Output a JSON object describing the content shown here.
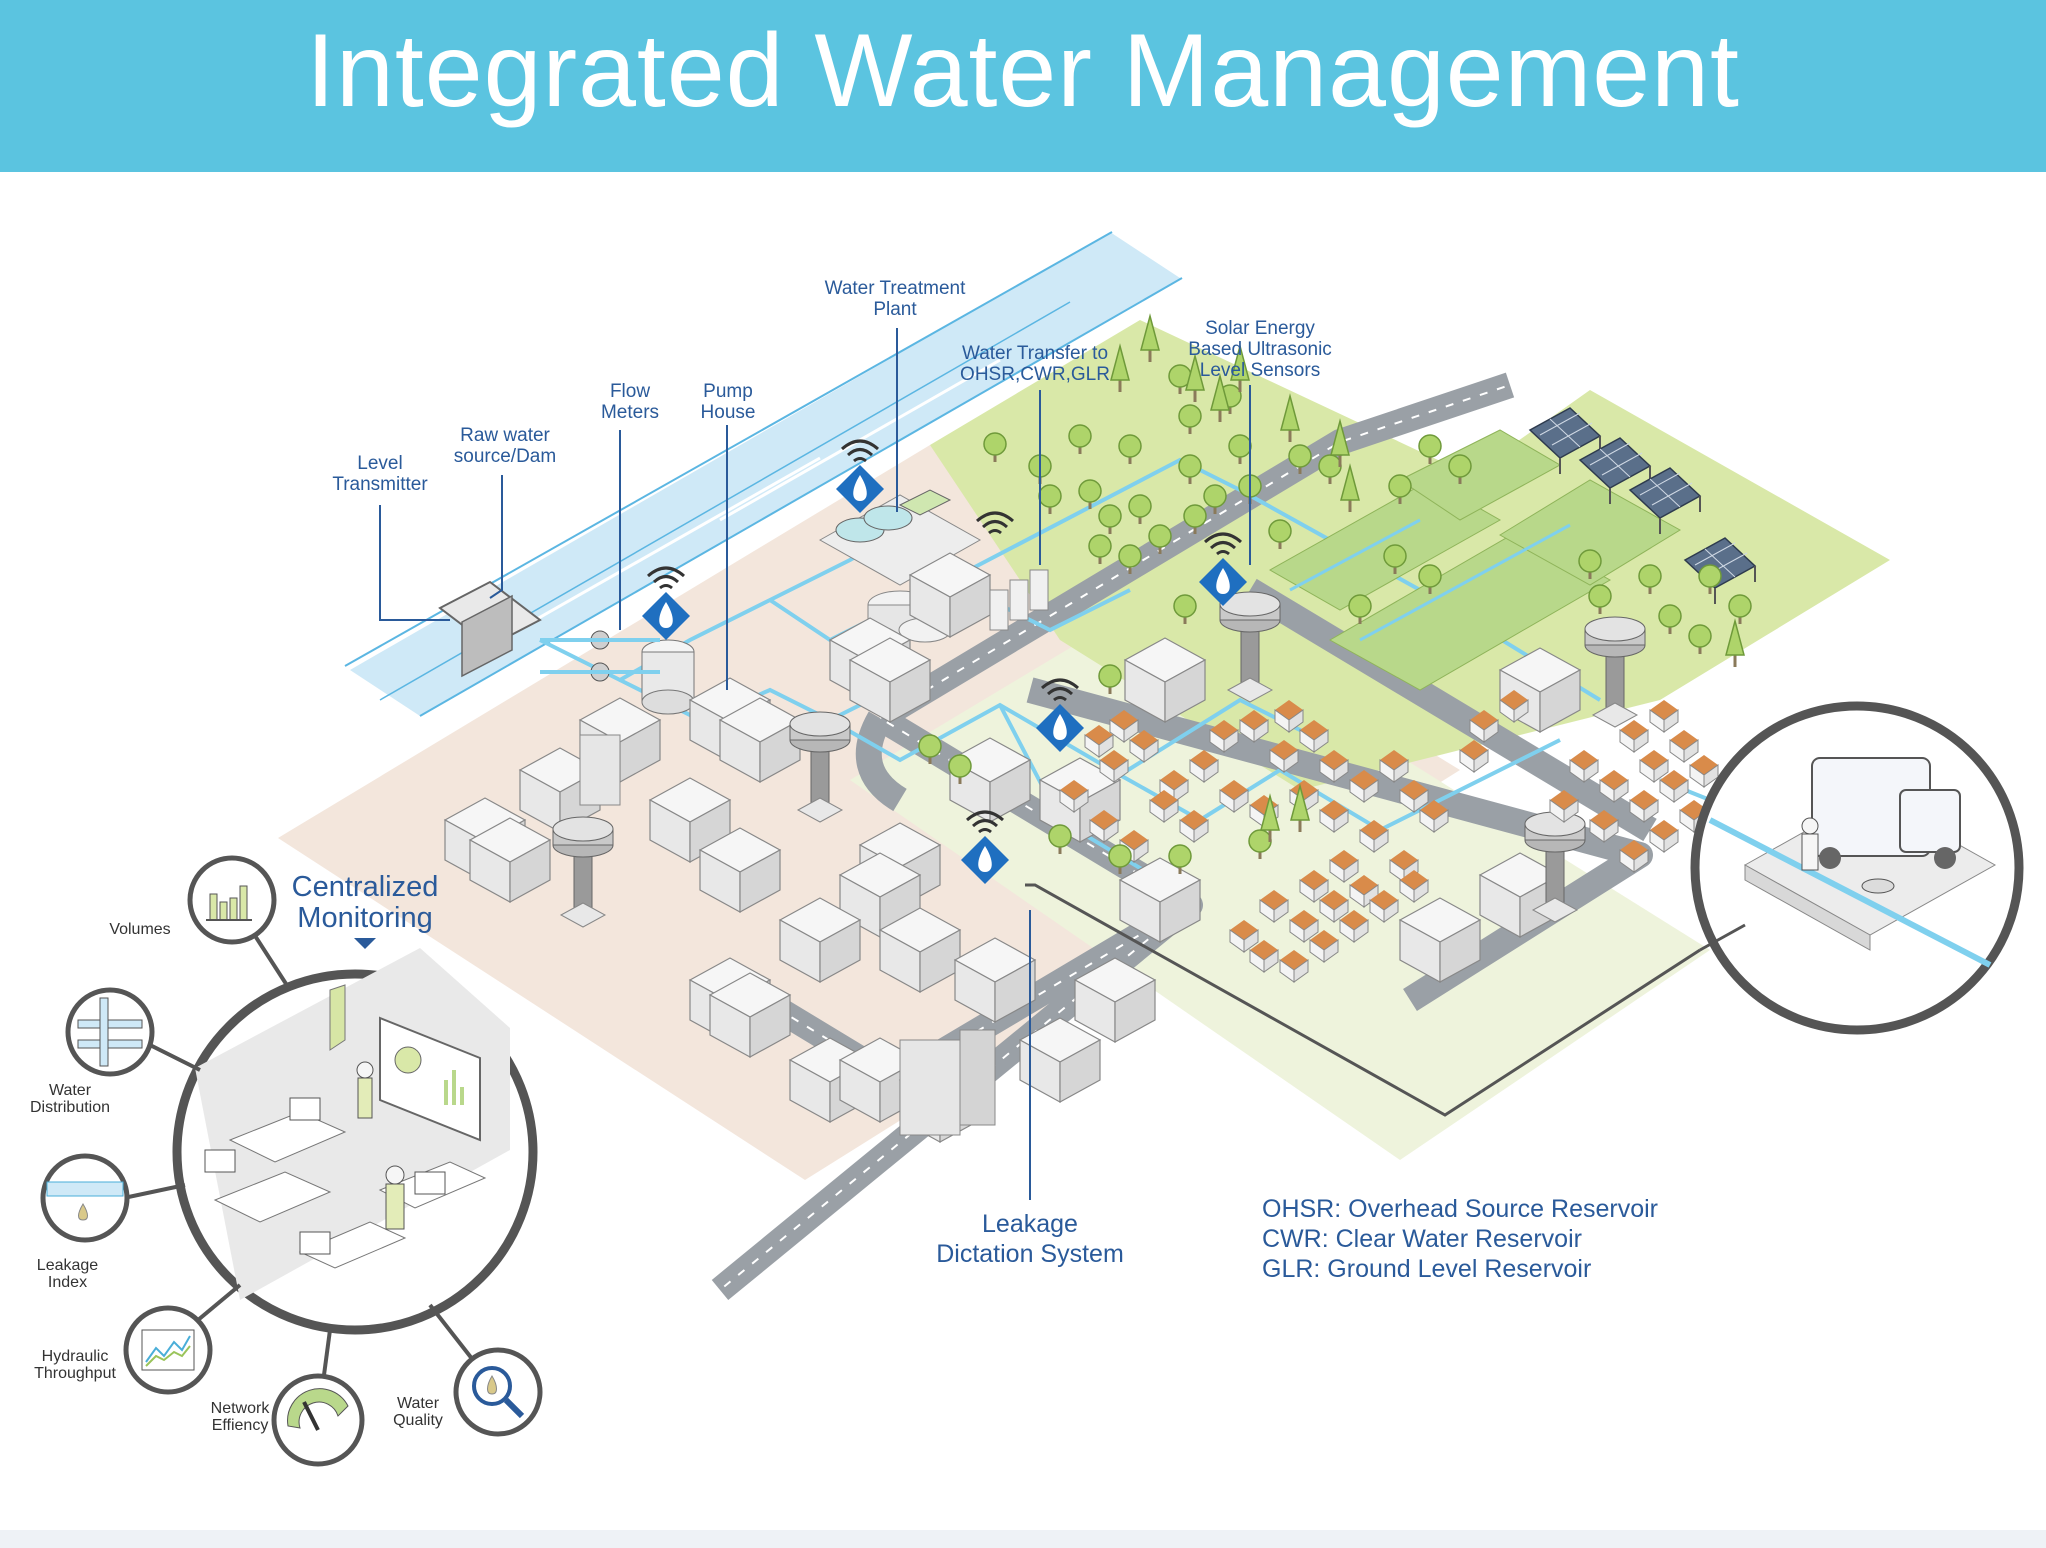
{
  "title": "Integrated Water Management",
  "colors": {
    "banner": "#5bc4e0",
    "label": "#2a5a9a",
    "river": "#cfe9f7",
    "pipe": "#7fd0ee",
    "ground_urban": "#f3e6dc",
    "ground_green": "#d9e8a8",
    "road": "#9aa0a6"
  },
  "labels": {
    "level_transmitter": [
      "Level",
      "Transmitter"
    ],
    "raw_water": [
      "Raw water",
      "source/Dam"
    ],
    "flow_meters": [
      "Flow",
      "Meters"
    ],
    "pump_house": [
      "Pump",
      "House"
    ],
    "treatment_plant": [
      "Water Treatment",
      "Plant"
    ],
    "water_transfer": [
      "Water Transfer to",
      "OHSR,CWR,GLR"
    ],
    "solar_sensors": [
      "Solar Energy",
      "Based Ultrasonic",
      "Level Sensors"
    ],
    "leakage_system": [
      "Leakage",
      "Dictation System"
    ],
    "centralized_monitoring": [
      "Centralized",
      "Monitoring"
    ]
  },
  "legend": [
    "OHSR: Overhead Source Reservoir",
    "CWR: Clear Water Reservoir",
    "GLR: Ground Level Reservoir"
  ],
  "metrics": [
    {
      "name": "volumes",
      "label": [
        "Volumes"
      ],
      "icon": "bar-chart-icon"
    },
    {
      "name": "water-distribution",
      "label": [
        "Water",
        "Distribution"
      ],
      "icon": "pipe-grid-icon"
    },
    {
      "name": "leakage-index",
      "label": [
        "Leakage",
        "Index"
      ],
      "icon": "leak-drop-icon"
    },
    {
      "name": "hydraulic-throughput",
      "label": [
        "Hydraulic",
        "Throughput"
      ],
      "icon": "line-chart-icon"
    },
    {
      "name": "network-effiency",
      "label": [
        "Network",
        "Effiency"
      ],
      "icon": "gauge-icon"
    },
    {
      "name": "water-quality",
      "label": [
        "Water",
        "Quality"
      ],
      "icon": "magnifier-drop-icon"
    }
  ]
}
